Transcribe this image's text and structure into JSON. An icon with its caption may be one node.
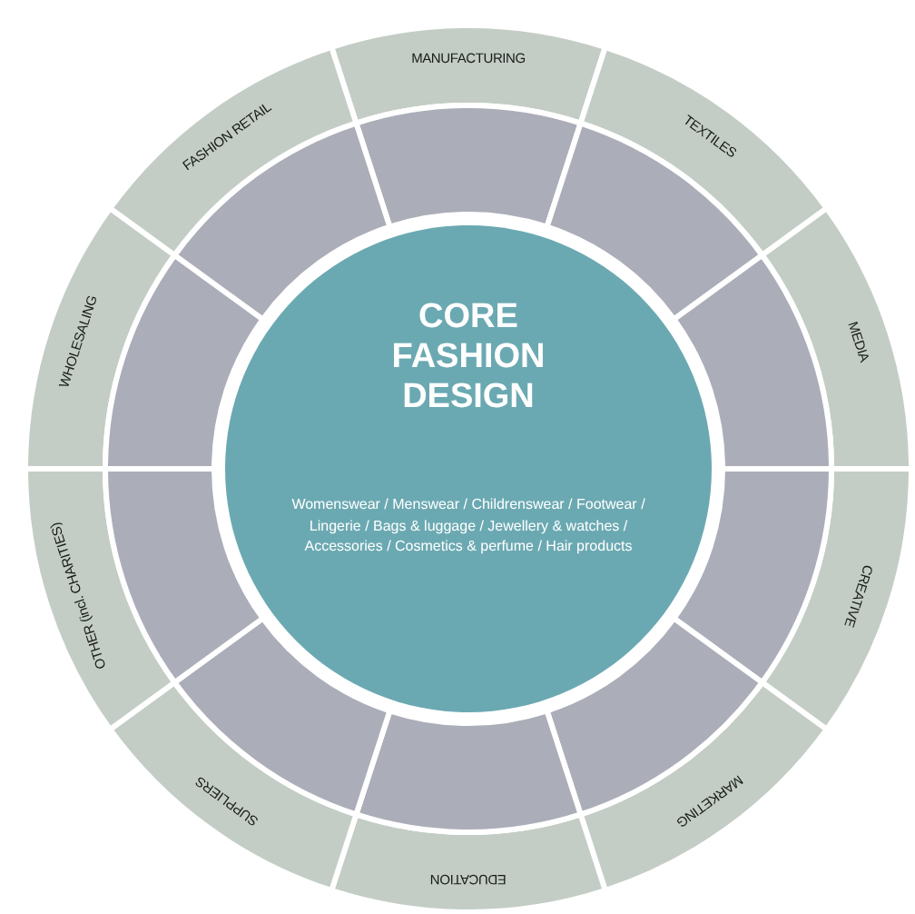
{
  "diagram": {
    "nodes": [
      {
        "text": [
          "CORE FASHION DESIGN",
          "Womenswear / Menswear / Childrenswear / Footwear / Lingerie / Bags & luggage / Jewellery & watches / Accessories / Cosmetics & perfume / Hair products"
        ]
      },
      {
        "text": [
          "MANUFACTURING"
        ]
      },
      {
        "text": [
          "TEXTILES"
        ]
      },
      {
        "text": [
          "MEDIA"
        ]
      },
      {
        "text": [
          "CREATIVE"
        ]
      },
      {
        "text": [
          "MARKETING"
        ]
      },
      {
        "text": [
          "EDUCATION"
        ]
      },
      {
        "text": [
          "SUPPLIERS"
        ]
      },
      {
        "text": [
          "OTHER (incl. CHARITIES)"
        ]
      },
      {
        "text": [
          "WHOLESALING"
        ]
      },
      {
        "text": [
          "FASHION RETAIL"
        ]
      }
    ]
  }
}
